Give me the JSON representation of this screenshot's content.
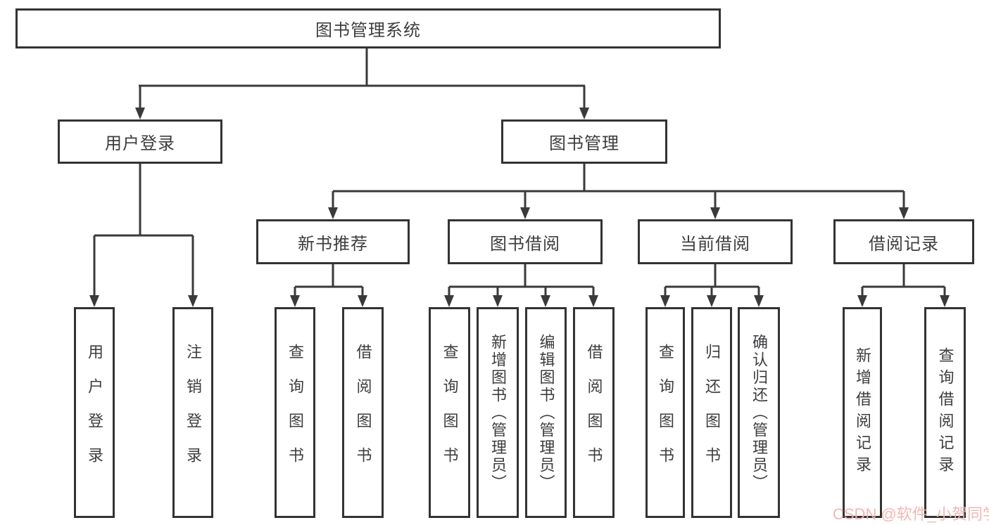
{
  "diagram": {
    "root": {
      "label": "图书管理系统"
    },
    "branches": [
      {
        "label": "用户登录",
        "children": [
          {
            "label": "用户登录"
          },
          {
            "label": "注销登录"
          }
        ]
      },
      {
        "label": "图书管理",
        "groups": [
          {
            "label": "新书推荐",
            "children": [
              {
                "label": "查询图书"
              },
              {
                "label": "借阅图书"
              }
            ]
          },
          {
            "label": "图书借阅",
            "children": [
              {
                "label": "查询图书"
              },
              {
                "label": "新增图书（管理员）"
              },
              {
                "label": "编辑图书（管理员）"
              },
              {
                "label": "借阅图书"
              }
            ]
          },
          {
            "label": "当前借阅",
            "children": [
              {
                "label": "查询图书"
              },
              {
                "label": "归还图书"
              },
              {
                "label": "确认归还（管理员）"
              }
            ]
          },
          {
            "label": "借阅记录",
            "children": [
              {
                "label": "新增借阅记录"
              },
              {
                "label": "查询借阅记录"
              }
            ]
          }
        ]
      }
    ]
  },
  "watermark": {
    "text": "CSDN @软件_小贺同学",
    "color": "#f2b3b1"
  },
  "colors": {
    "line": "#3a3a3a",
    "box_border": "#333333",
    "text": "#3d3d40",
    "background": "#ffffff"
  }
}
